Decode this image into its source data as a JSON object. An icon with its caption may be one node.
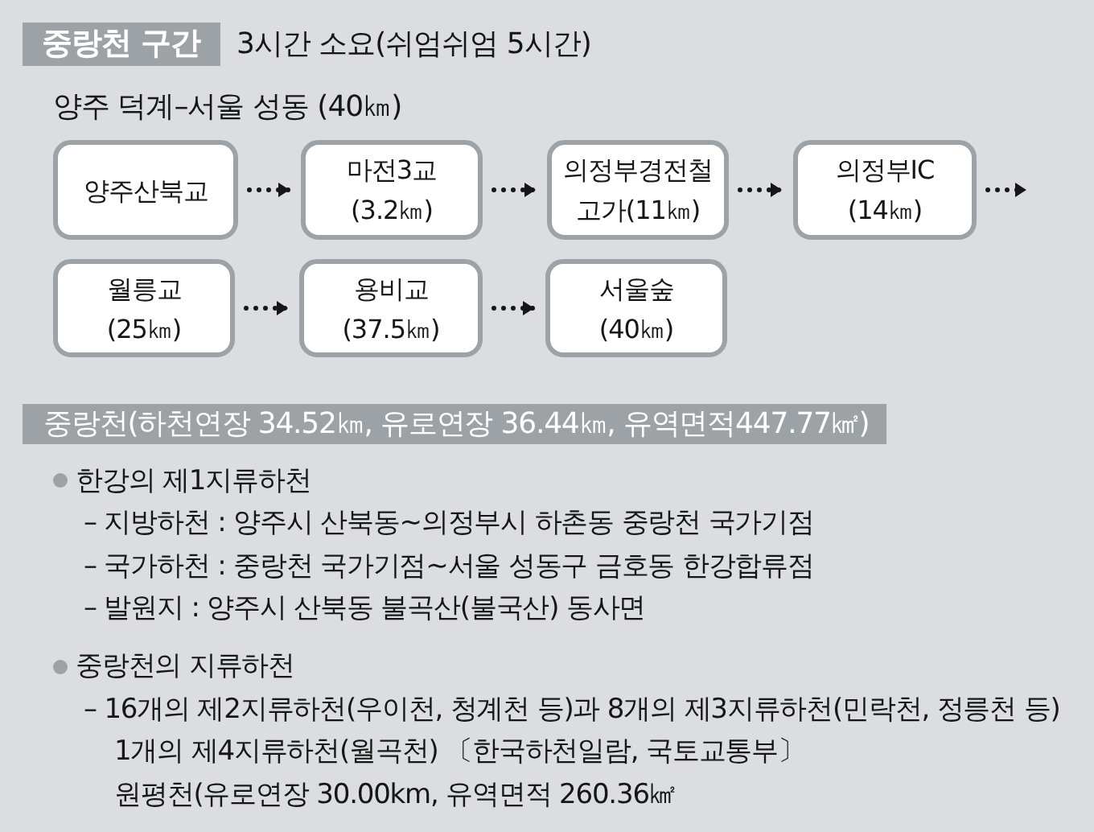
{
  "diagram": {
    "title": "중랑천 구간",
    "nodes": [
      {
        "text": [
          "양주산북교"
        ]
      },
      {
        "text": [
          "마전3교",
          "(3.2㎞)"
        ]
      },
      {
        "text": [
          "의정부경전철 고가(11㎞)"
        ]
      },
      {
        "text": [
          "의정부IC",
          "(14㎞)"
        ]
      },
      {
        "text": [
          "월릉교",
          "(25㎞)"
        ]
      },
      {
        "text": [
          "용비교",
          "(37.5㎞)"
        ]
      },
      {
        "text": [
          "서울숲",
          "(40㎞)"
        ]
      }
    ],
    "edges": [
      {
        "from": 0,
        "to": 1,
        "arrow": "to"
      },
      {
        "from": 1,
        "to": 2,
        "arrow": "to"
      },
      {
        "from": 2,
        "to": 3,
        "arrow": "to"
      },
      {
        "from": 3,
        "to": null,
        "arrow": "to"
      },
      {
        "from": 4,
        "to": 5,
        "arrow": "to"
      },
      {
        "from": 5,
        "to": 6,
        "arrow": "to"
      }
    ],
    "labels": [
      "3시간 소요(쉬엄쉬엄 5시간)",
      "양주 덕계–서울 성동 (40㎞)",
      "중랑천(하천연장 34.52㎞, 유로연장 36.44㎞, 유역면적447.77㎢)",
      "한강의 제1지류하천",
      "– 지방하천 : 양주시 산북동~의정부시 하촌동 중랑천 국가기점",
      "– 국가하천 : 중랑천 국가기점~서울 성동구 금호동 한강합류점",
      "– 발원지 : 양주시 산북동 불곡산(불국산) 동사면",
      "중랑천의 지류하천",
      "– 16개의 제2지류하천(우이천, 청계천 등)과 8개의 제3지류하천(민락천, 정릉천 등)",
      "1개의 제4지류하천(월곡천) 〔한국하천일람, 국토교통부〕",
      "원평천(유로연장 30.00km, 유역면적 260.36㎢"
    ]
  }
}
